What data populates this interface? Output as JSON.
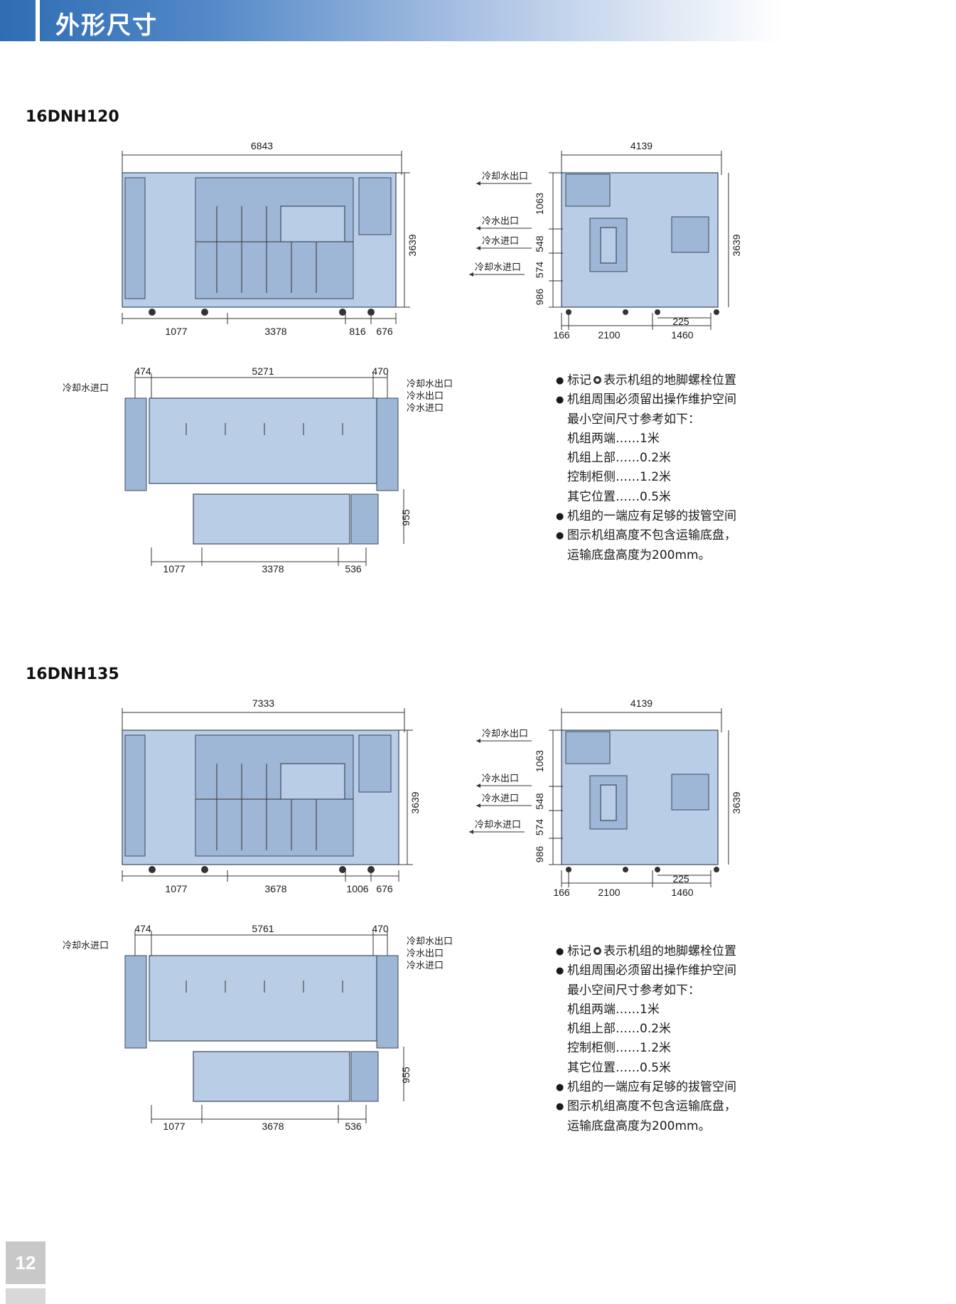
{
  "header": {
    "title": "外形尺寸"
  },
  "page_number": "12",
  "models": [
    {
      "name": "16DNH120",
      "front": {
        "total": "6843",
        "height": "3639",
        "bottom": [
          "1077",
          "3378",
          "816",
          "676"
        ]
      },
      "side": {
        "total": "4139",
        "height": "3639",
        "left": [
          "1063",
          "548",
          "574",
          "986"
        ],
        "bottom_upper": "225",
        "bottom": [
          "166",
          "2100",
          "1460"
        ],
        "labels": [
          "冷却水出口",
          "冷水出口",
          "冷水进口",
          "冷却水进口"
        ]
      },
      "plan": {
        "top": [
          "474",
          "5271",
          "470"
        ],
        "right": "955",
        "bottom": [
          "1077",
          "3378",
          "536"
        ],
        "left_label": "冷却水进口",
        "right_labels": [
          "冷却水出口",
          "冷水出口",
          "冷水进口"
        ]
      }
    },
    {
      "name": "16DNH135",
      "front": {
        "total": "7333",
        "height": "3639",
        "bottom": [
          "1077",
          "3678",
          "1006",
          "676"
        ]
      },
      "side": {
        "total": "4139",
        "height": "3639",
        "left": [
          "1063",
          "548",
          "574",
          "986"
        ],
        "bottom_upper": "225",
        "bottom": [
          "166",
          "2100",
          "1460"
        ],
        "labels": [
          "冷却水出口",
          "冷水出口",
          "冷水进口",
          "冷却水进口"
        ]
      },
      "plan": {
        "top": [
          "474",
          "5761",
          "470"
        ],
        "right": "955",
        "bottom": [
          "1077",
          "3678",
          "536"
        ],
        "left_label": "冷却水进口",
        "right_labels": [
          "冷却水出口",
          "冷水出口",
          "冷水进口"
        ]
      }
    }
  ],
  "notes": {
    "bolt_note_prefix": "标记",
    "bolt_note_suffix": "表示机组的地脚螺栓位置",
    "lines": [
      "机组周围必须留出操作维护空间",
      "最小空间尺寸参考如下：",
      "机组两端……1米",
      "机组上部……0.2米",
      "控制柜侧……1.2米",
      "其它位置……0.5米",
      "机组的一端应有足够的拔管空间",
      "图示机组高度不包含运输底盘，",
      "运输底盘高度为200mm。"
    ]
  }
}
